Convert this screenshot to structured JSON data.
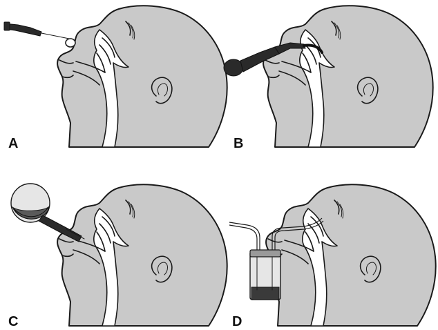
{
  "panels": [
    {
      "id": "A",
      "label": "A",
      "device": "syringe-dropper-icon"
    },
    {
      "id": "B",
      "label": "B",
      "device": "bulb-syringe-icon"
    },
    {
      "id": "C",
      "label": "C",
      "device": "irrigation-flask-icon"
    },
    {
      "id": "D",
      "label": "D",
      "device": "suction-trap-icon"
    }
  ],
  "colors": {
    "skin": "#c9c9c9",
    "outline": "#1a1a1a",
    "cavity": "#ffffff",
    "fluid": "#3a3a3a"
  }
}
